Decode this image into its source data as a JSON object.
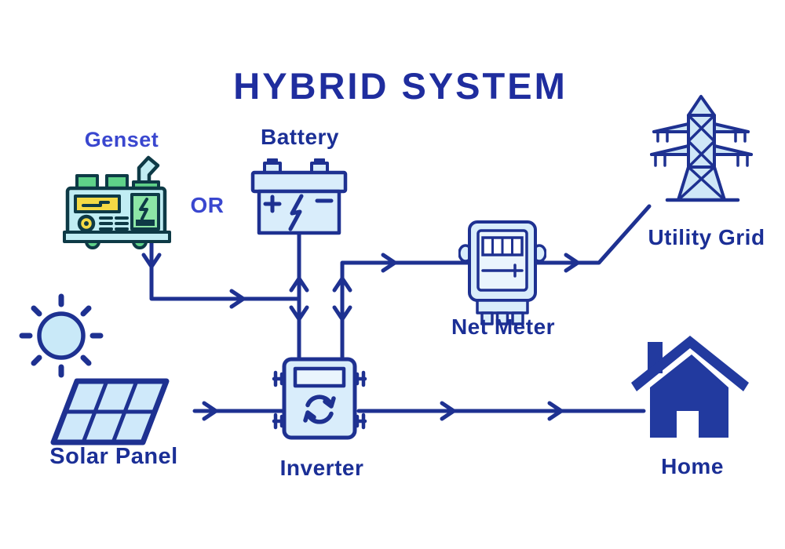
{
  "title": "HYBRID SYSTEM",
  "or_label": "OR",
  "components": {
    "genset": {
      "label": "Genset"
    },
    "battery": {
      "label": "Battery"
    },
    "utility_grid": {
      "label": "Utility Grid"
    },
    "net_meter": {
      "label": "Net Meter"
    },
    "solar_panel": {
      "label": "Solar Panel"
    },
    "inverter": {
      "label": "Inverter"
    },
    "home": {
      "label": "Home"
    }
  },
  "connections": [
    {
      "from": "Solar Panel",
      "to": "Inverter",
      "direction": "one-way"
    },
    {
      "from": "Genset",
      "to": "Inverter",
      "direction": "one-way"
    },
    {
      "from": "Battery",
      "to": "Inverter",
      "direction": "bidirectional"
    },
    {
      "from": "Inverter",
      "to": "Net Meter",
      "direction": "bidirectional"
    },
    {
      "from": "Net Meter",
      "to": "Utility Grid",
      "direction": "bidirectional"
    },
    {
      "from": "Inverter",
      "to": "Home",
      "direction": "one-way"
    }
  ],
  "colors": {
    "navy": "#1e3191",
    "title_navy": "#1f2d9e",
    "label_navy": "#1b2f96",
    "bright_blue": "#3a47cf",
    "icon_fill": "#d9edfb",
    "icon_fill_lighter": "#eaf5fd",
    "sun_fill": "#c9e9f8",
    "panel_fill": "#cfe9fa",
    "tower_fill": "#cfe7f7",
    "home_navy": "#223a9f",
    "genset_outline": "#0e3a46",
    "genset_body": "#c0edf3",
    "genset_green": "#5fd289",
    "genset_green_light": "#8ce6a6",
    "genset_yellow": "#f4da45"
  }
}
